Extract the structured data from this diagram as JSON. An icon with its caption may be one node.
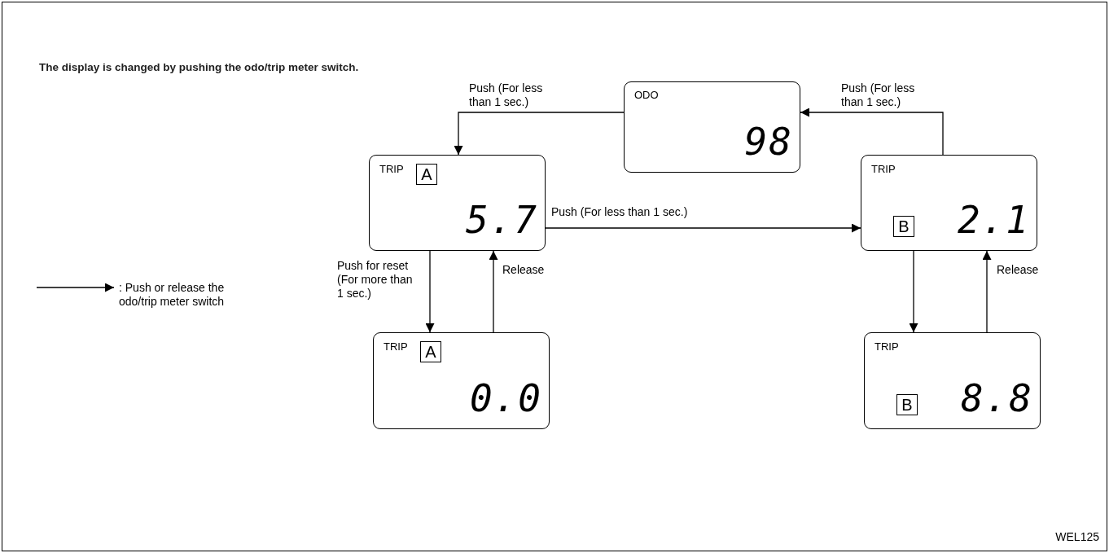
{
  "diagram": {
    "title": "The display is changed by pushing the odo/trip meter switch.",
    "nodes": [
      {
        "text": [
          "ODO",
          "98"
        ]
      },
      {
        "text": [
          "TRIP",
          "A",
          "5.7"
        ]
      },
      {
        "text": [
          "TRIP",
          "B",
          "2.1"
        ]
      },
      {
        "text": [
          "TRIP",
          "A",
          "0.0"
        ]
      },
      {
        "text": [
          "TRIP",
          "B",
          "8.8"
        ]
      }
    ],
    "edges": [
      {
        "from": 0,
        "to": 1,
        "arrow": "to",
        "label": "Push (For less than 1 sec.)"
      },
      {
        "from": 1,
        "to": 2,
        "arrow": "to",
        "label": "Push (For less than 1 sec.)"
      },
      {
        "from": 2,
        "to": 0,
        "arrow": "to",
        "label": "Push (For less than 1 sec.)"
      },
      {
        "from": 1,
        "to": 3,
        "arrow": "to",
        "label": "Push for reset (For more than 1 sec.)"
      },
      {
        "from": 3,
        "to": 1,
        "arrow": "to",
        "label": "Release"
      },
      {
        "from": 2,
        "to": 4,
        "arrow": "to"
      },
      {
        "from": 4,
        "to": 2,
        "arrow": "to",
        "label": "Release"
      }
    ],
    "labels": [
      "WEL125"
    ],
    "legend": [
      {
        "text": ": Push or release the odo/trip meter switch"
      }
    ]
  }
}
